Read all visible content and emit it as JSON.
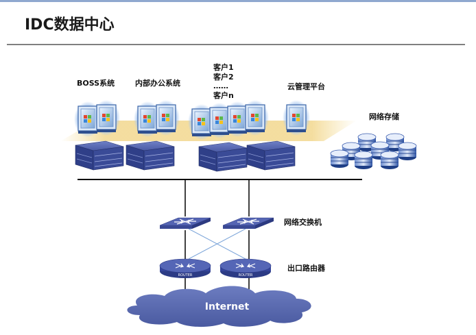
{
  "slide": {
    "title": "IDC数据中心"
  },
  "labels": {
    "boss": "BOSS系统",
    "internal": "内部办公系统",
    "customers": [
      "客户1",
      "客户2",
      "……",
      "客户n"
    ],
    "cloud": "云管理平台",
    "storage": "网络存储",
    "switch": "网络交换机",
    "router": "出口路由器",
    "internet": "Internet",
    "router_badge": "ROUTER"
  },
  "colors": {
    "rule_top": "#8fa8cf",
    "vm_glow": "#9fc3ef",
    "server": "#2e3f8a",
    "cloud": "#5464a8",
    "storage": "#3a63b5",
    "switch": "#4654a6",
    "router": "#3d4ea3"
  }
}
